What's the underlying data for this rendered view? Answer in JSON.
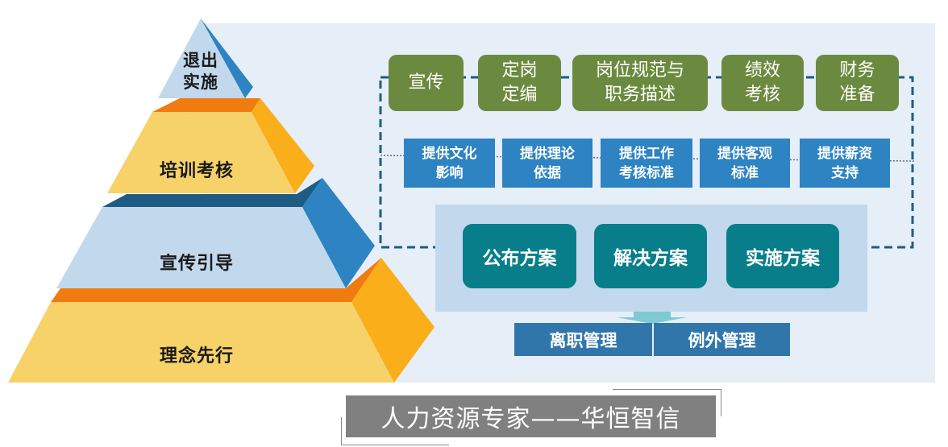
{
  "pyramid": {
    "levels": [
      {
        "label": "退出\n实施"
      },
      {
        "label": "培训考核"
      },
      {
        "label": "宣传引导"
      },
      {
        "label": "理念先行"
      }
    ]
  },
  "steps": [
    "宣传",
    "定岗\n定编",
    "岗位规范与\n职务描述",
    "绩效\n考核",
    "财务\n准备"
  ],
  "supports": [
    "提供文化\n影响",
    "提供理论\n依据",
    "提供工作\n考核标准",
    "提供客观\n标准",
    "提供薪资\n支持"
  ],
  "plans": [
    "公布方案",
    "解决方案",
    "实施方案"
  ],
  "management": [
    "离职管理",
    "例外管理"
  ],
  "footer": "人力资源专家——华恒智信",
  "colors": {
    "green": "#6b8a3f",
    "blue": "#2e83c2",
    "teal": "#087e8b",
    "yellow": "#f7d269",
    "orange": "#f07c10",
    "light_blue": "#c2d8ec"
  }
}
